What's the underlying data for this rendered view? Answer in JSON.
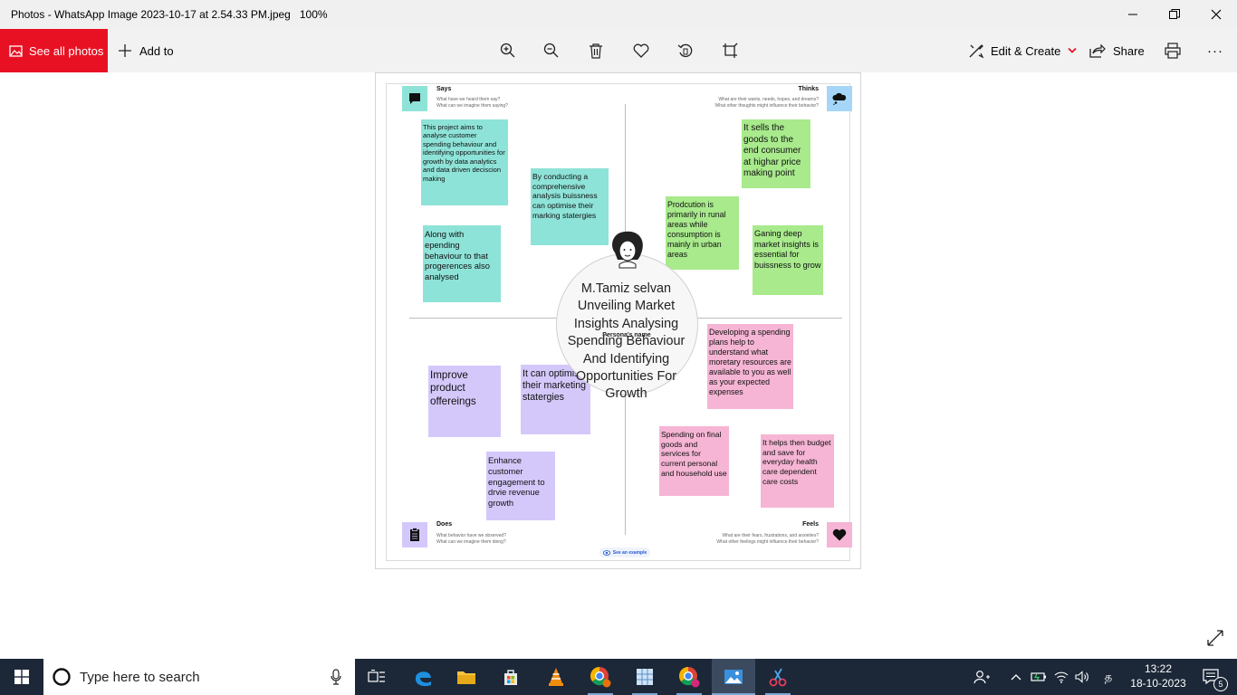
{
  "window": {
    "title": "Photos - WhatsApp Image 2023-10-17 at 2.54.33 PM.jpeg",
    "zoom": "100%"
  },
  "toolbar": {
    "see_all": "See all photos",
    "add_to": "Add to",
    "edit_create": "Edit & Create",
    "share": "Share",
    "more": "···"
  },
  "map": {
    "says": {
      "title": "Says",
      "sub1": "What have we heard them say?",
      "sub2": "What can we imagine them saying?"
    },
    "thinks": {
      "title": "Thinks",
      "sub1": "What are their wants, needs, hopes, and dreams?",
      "sub2": "What other thoughts might influence their behavior?"
    },
    "does": {
      "title": "Does",
      "sub1": "What behavior have we observed?",
      "sub2": "What can we imagine them doing?"
    },
    "feels": {
      "title": "Feels",
      "sub1": "What are their fears, frustrations, and anxieties?",
      "sub2": "What other feelings might influence their behavior?"
    },
    "center_under": "Persona's name",
    "center_text": "M.Tamiz selvan\nUnveiling Market Insights  Analysing Spending Behaviour And  Identifying Opportunities For Growth",
    "example": "See an example",
    "notes": {
      "says1": "This project aims to analyse customer spending behaviour and identifying opportunities for growth by data analytics and data driven deciscion making",
      "says2": "By conducting a  comprehensive analysis buissness can optimise their marking statergies",
      "says3": "Along with epending behaviour to that progerences also  analysed",
      "thinks1": "It sells the goods to the end consumer at highar price making point",
      "thinks2": "Prodcution is primarily in runal areas while consumption is mainly in urban areas",
      "thinks3": "Ganing deep market insights is essential for buissness to grow",
      "does1": "Improve product  offereings",
      "does2": "It can optimise their marketing statergies",
      "does3": "Enhance customer engagement to drvie revenue growth",
      "feels1": "Developing a spending plans help to understand what moretary resources are available to you as well as your expected expenses",
      "feels2": "Spending on final goods and services for current personal and household use",
      "feels3": "It helps then budget and save for everyday health care dependent care costs"
    }
  },
  "taskbar": {
    "search_placeholder": "Type here to search",
    "time": "13:22",
    "date": "18-10-2023",
    "notif_count": "5",
    "lang": "த"
  },
  "colors": {
    "accent_red": "#e81123",
    "teal_note": "#8ee3d8",
    "green_note": "#a8ea8c",
    "purple_note": "#d4c8fb",
    "pink_note": "#f6b5d4",
    "taskbar_bg": "#1c2838"
  }
}
